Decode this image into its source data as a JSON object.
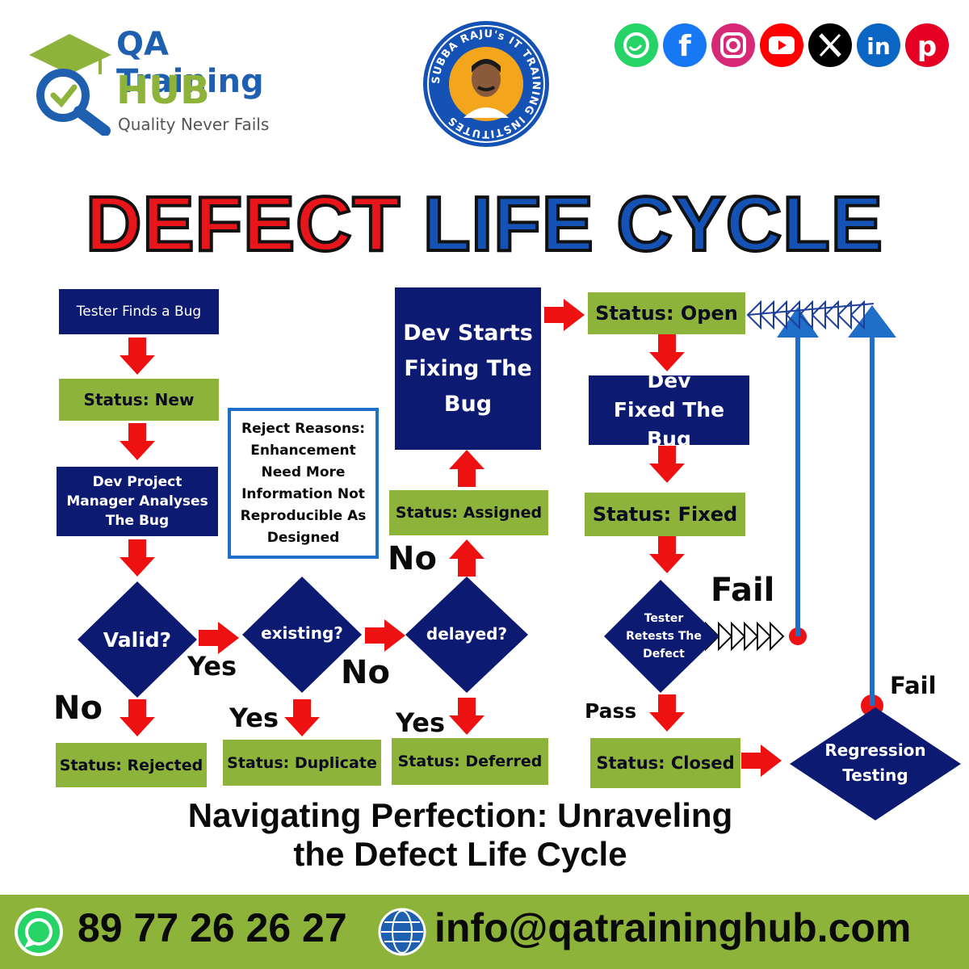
{
  "header": {
    "brand_name_line1": "QA Training",
    "brand_name_line2": "HUB",
    "brand_tagline": "Quality Never Fails",
    "seal_text": "SUBBA RAJU's IT TRAINING INSTITUTES",
    "social_icons": [
      "whatsapp-icon",
      "facebook-icon",
      "instagram-icon",
      "youtube-icon",
      "x-icon",
      "linkedin-icon",
      "pinterest-icon"
    ]
  },
  "title": {
    "word1": "DEFECT",
    "word2": "LIFE CYCLE"
  },
  "nodes": {
    "tester_finds": "Tester Finds a Bug",
    "status_new": "Status: New",
    "pm_analyses": "Dev Project Manager Analyses The Bug",
    "valid": "Valid?",
    "existing": "existing?",
    "delayed": "delayed?",
    "status_rejected": "Status: Rejected",
    "status_duplicate": "Status: Duplicate",
    "status_deferred": "Status: Deferred",
    "status_assigned": "Status: Assigned",
    "dev_starts": "Dev Starts Fixing The Bug",
    "status_open": "Status: Open",
    "dev_fixed": "Dev Fixed The Bug",
    "status_fixed": "Status: Fixed",
    "tester_retests": "Tester Retests The Defect",
    "status_closed": "Status: Closed",
    "regression": "Regression Testing",
    "reject_reasons": "Reject Reasons: Enhancement Need More Information Not Reproducible As Designed"
  },
  "edge_labels": {
    "valid_no": "No",
    "valid_yes": "Yes",
    "existing_yes": "Yes",
    "existing_no": "No",
    "delayed_no": "No",
    "delayed_yes": "Yes",
    "retest_fail": "Fail",
    "retest_pass": "Pass",
    "regression_fail": "Fail"
  },
  "subtitle": {
    "line1": "Navigating Perfection: Unraveling",
    "line2": "the Defect Life Cycle"
  },
  "footer": {
    "phone": "89 77 26 26 27",
    "email": "info@qatraininghub.com"
  },
  "colors": {
    "navy": "#0c1a72",
    "green": "#8db33a",
    "red_title": "#e8161b",
    "blue_title": "#1552b5",
    "arrow_red": "#ee1111",
    "footer_bar": "#8db33a"
  }
}
